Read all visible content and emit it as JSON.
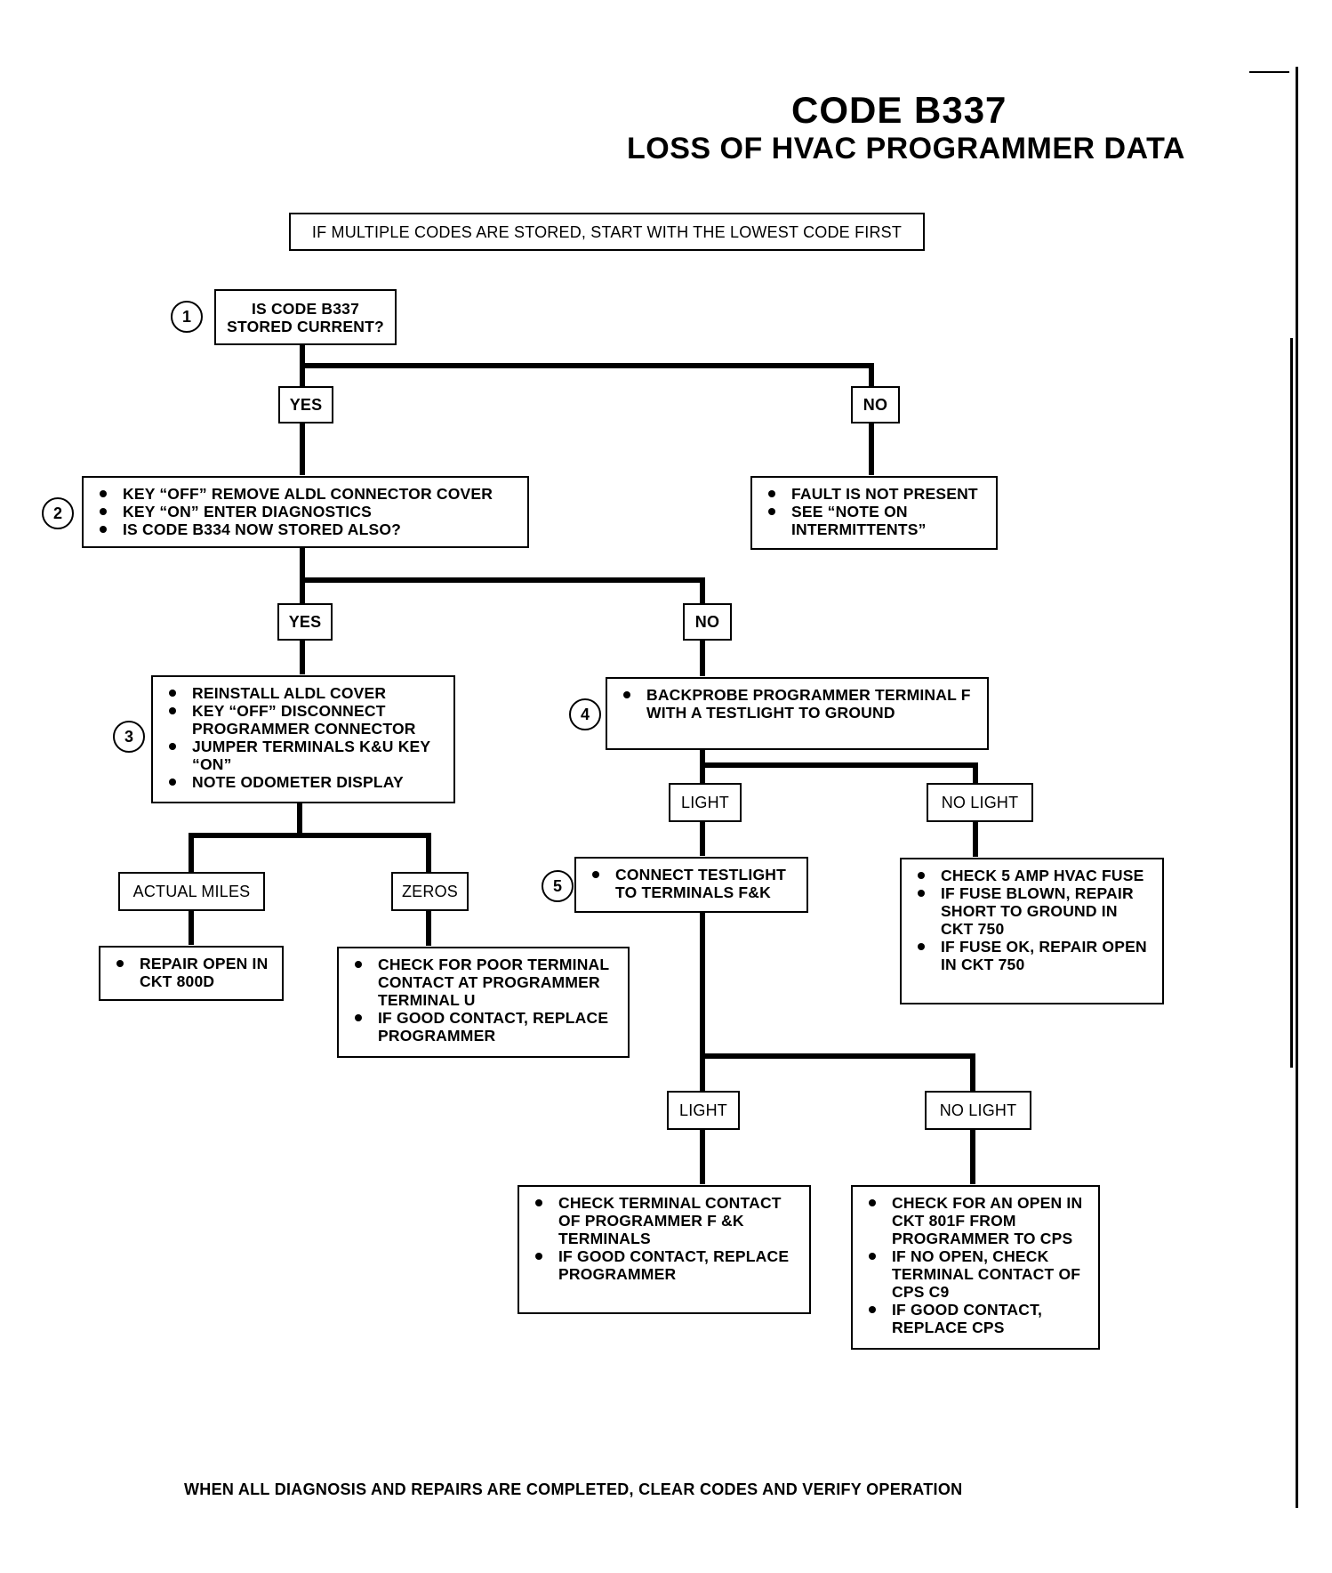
{
  "title": "CODE B337",
  "subtitle": "LOSS OF HVAC PROGRAMMER DATA",
  "note": "IF MULTIPLE CODES ARE STORED, START WITH THE LOWEST CODE FIRST",
  "steps": {
    "s1": {
      "num": "1",
      "text": "IS CODE B337\nSTORED CURRENT?"
    },
    "s2": {
      "num": "2",
      "items": [
        "KEY “OFF” REMOVE ALDL CONNECTOR COVER",
        "KEY “ON” ENTER DIAGNOSTICS",
        "IS CODE B334 NOW STORED ALSO?"
      ]
    },
    "s3": {
      "num": "3",
      "items": [
        "REINSTALL ALDL COVER",
        "KEY “OFF” DISCONNECT PROGRAMMER CONNECTOR",
        "JUMPER TERMINALS K&U KEY “ON”",
        "NOTE ODOMETER DISPLAY"
      ]
    },
    "s4": {
      "num": "4",
      "items": [
        "BACKPROBE PROGRAMMER TERMINAL F WITH A TESTLIGHT TO GROUND"
      ]
    },
    "s5": {
      "num": "5",
      "items": [
        "CONNECT  TESTLIGHT TO TERMINALS F&K"
      ]
    }
  },
  "labels": {
    "yes1": "YES",
    "no1": "NO",
    "yes2": "YES",
    "no2": "NO",
    "actual_miles": "ACTUAL MILES",
    "zeros": "ZEROS",
    "light1": "LIGHT",
    "nolight1": "NO LIGHT",
    "light2": "LIGHT",
    "nolight2": "NO LIGHT"
  },
  "results": {
    "fault_not_present": [
      "FAULT IS NOT PRESENT",
      "SEE “NOTE ON INTERMITTENTS”"
    ],
    "repair_open": [
      "REPAIR OPEN IN CKT 800D"
    ],
    "check_poor_contact": [
      "CHECK FOR POOR TERMINAL CONTACT AT PROGRAMMER TERMINAL U",
      "IF GOOD CONTACT, REPLACE PROGRAMMER"
    ],
    "check_fuse": [
      "CHECK 5 AMP HVAC FUSE",
      "IF FUSE BLOWN, REPAIR SHORT TO GROUND IN CKT 750",
      "IF FUSE OK, REPAIR OPEN IN CKT 750"
    ],
    "check_terminal_fk": [
      "CHECK TERMINAL CONTACT OF PROGRAMMER F &K TERMINALS",
      "IF GOOD CONTACT, REPLACE PROGRAMMER"
    ],
    "check_open_801f": [
      "CHECK FOR AN OPEN IN CKT 801F FROM PROGRAMMER TO CPS",
      "IF NO OPEN, CHECK TERMINAL CONTACT OF CPS C9",
      "IF GOOD CONTACT, REPLACE CPS"
    ]
  },
  "footer": "WHEN ALL DIAGNOSIS AND REPAIRS ARE COMPLETED, CLEAR CODES AND VERIFY OPERATION"
}
